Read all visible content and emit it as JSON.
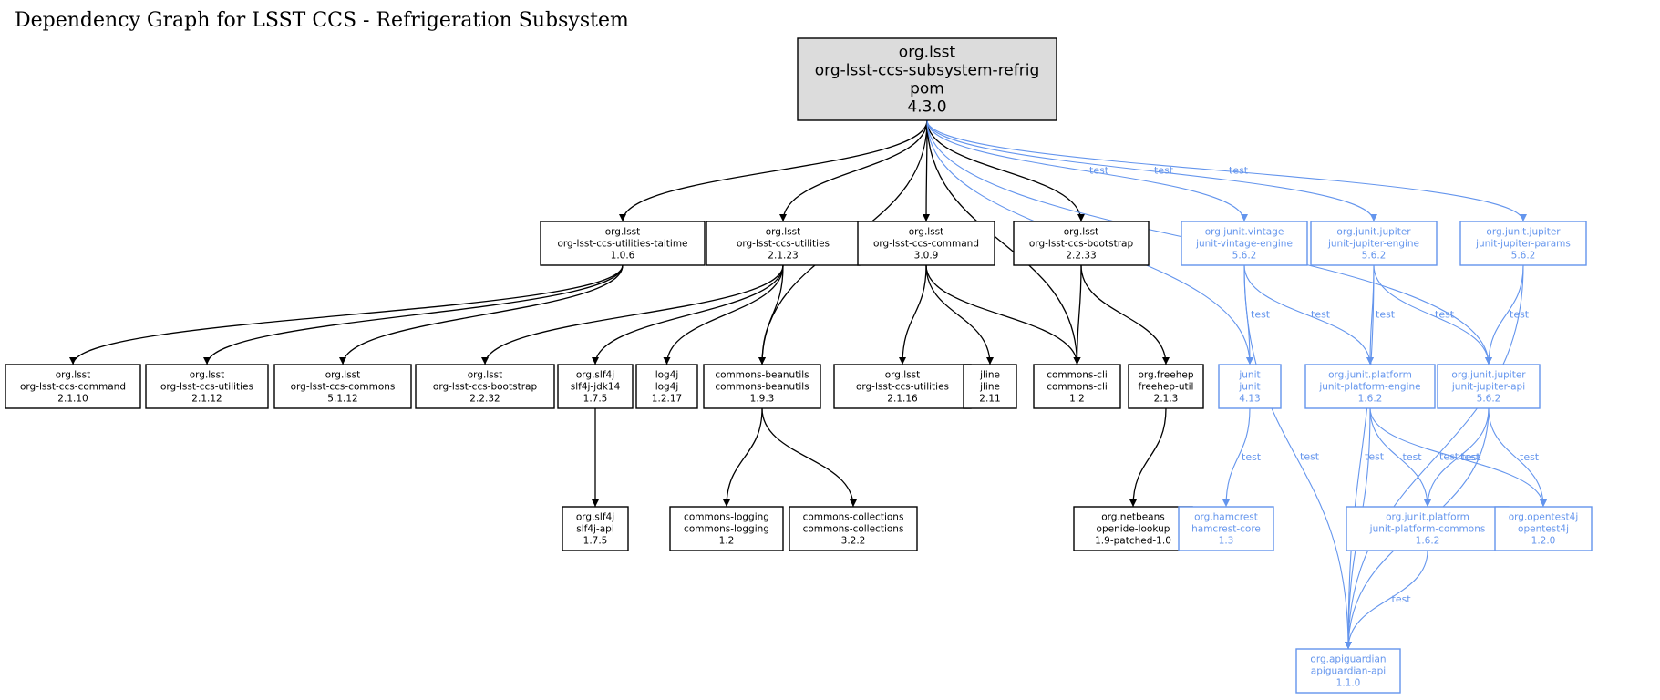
{
  "title": "Dependency Graph for LSST CCS - Refrigeration Subsystem",
  "colors": {
    "compile": "#000000",
    "test": "#6495ed",
    "root_fill": "#dcdcdc"
  },
  "nodes": [
    {
      "id": "root",
      "lines": [
        "org.lsst",
        "org-lsst-ccs-subsystem-refrig",
        "pom",
        "4.3.0"
      ],
      "style": "root"
    },
    {
      "id": "taitime",
      "lines": [
        "org.lsst",
        "org-lsst-ccs-utilities-taitime",
        "1.0.6"
      ],
      "style": "compile"
    },
    {
      "id": "util2123",
      "lines": [
        "org.lsst",
        "org-lsst-ccs-utilities",
        "2.1.23"
      ],
      "style": "compile"
    },
    {
      "id": "cmd309",
      "lines": [
        "org.lsst",
        "org-lsst-ccs-command",
        "3.0.9"
      ],
      "style": "compile"
    },
    {
      "id": "boot2233",
      "lines": [
        "org.lsst",
        "org-lsst-ccs-bootstrap",
        "2.2.33"
      ],
      "style": "compile"
    },
    {
      "id": "vintage",
      "lines": [
        "org.junit.vintage",
        "junit-vintage-engine",
        "5.6.2"
      ],
      "style": "test"
    },
    {
      "id": "jupeng",
      "lines": [
        "org.junit.jupiter",
        "junit-jupiter-engine",
        "5.6.2"
      ],
      "style": "test"
    },
    {
      "id": "jupparams",
      "lines": [
        "org.junit.jupiter",
        "junit-jupiter-params",
        "5.6.2"
      ],
      "style": "test"
    },
    {
      "id": "cmd2110",
      "lines": [
        "org.lsst",
        "org-lsst-ccs-command",
        "2.1.10"
      ],
      "style": "compile"
    },
    {
      "id": "util2112",
      "lines": [
        "org.lsst",
        "org-lsst-ccs-utilities",
        "2.1.12"
      ],
      "style": "compile"
    },
    {
      "id": "commons5112",
      "lines": [
        "org.lsst",
        "org-lsst-ccs-commons",
        "5.1.12"
      ],
      "style": "compile"
    },
    {
      "id": "boot2232",
      "lines": [
        "org.lsst",
        "org-lsst-ccs-bootstrap",
        "2.2.32"
      ],
      "style": "compile"
    },
    {
      "id": "slf4jdk",
      "lines": [
        "org.slf4j",
        "slf4j-jdk14",
        "1.7.5"
      ],
      "style": "compile"
    },
    {
      "id": "log4j",
      "lines": [
        "log4j",
        "log4j",
        "1.2.17"
      ],
      "style": "compile"
    },
    {
      "id": "beanutils",
      "lines": [
        "commons-beanutils",
        "commons-beanutils",
        "1.9.3"
      ],
      "style": "compile"
    },
    {
      "id": "util2116",
      "lines": [
        "org.lsst",
        "org-lsst-ccs-utilities",
        "2.1.16"
      ],
      "style": "compile"
    },
    {
      "id": "jline",
      "lines": [
        "jline",
        "jline",
        "2.11"
      ],
      "style": "compile"
    },
    {
      "id": "cli",
      "lines": [
        "commons-cli",
        "commons-cli",
        "1.2"
      ],
      "style": "compile"
    },
    {
      "id": "freehep",
      "lines": [
        "org.freehep",
        "freehep-util",
        "2.1.3"
      ],
      "style": "compile"
    },
    {
      "id": "junit",
      "lines": [
        "junit",
        "junit",
        "4.13"
      ],
      "style": "test"
    },
    {
      "id": "platengine",
      "lines": [
        "org.junit.platform",
        "junit-platform-engine",
        "1.6.2"
      ],
      "style": "test"
    },
    {
      "id": "jupapi",
      "lines": [
        "org.junit.jupiter",
        "junit-jupiter-api",
        "5.6.2"
      ],
      "style": "test"
    },
    {
      "id": "slf4japi",
      "lines": [
        "org.slf4j",
        "slf4j-api",
        "1.7.5"
      ],
      "style": "compile"
    },
    {
      "id": "logging",
      "lines": [
        "commons-logging",
        "commons-logging",
        "1.2"
      ],
      "style": "compile"
    },
    {
      "id": "collections",
      "lines": [
        "commons-collections",
        "commons-collections",
        "3.2.2"
      ],
      "style": "compile"
    },
    {
      "id": "openide",
      "lines": [
        "org.netbeans",
        "openide-lookup",
        "1.9-patched-1.0"
      ],
      "style": "compile"
    },
    {
      "id": "hamcrest",
      "lines": [
        "org.hamcrest",
        "hamcrest-core",
        "1.3"
      ],
      "style": "test"
    },
    {
      "id": "platcommons",
      "lines": [
        "org.junit.platform",
        "junit-platform-commons",
        "1.6.2"
      ],
      "style": "test"
    },
    {
      "id": "opentest4j",
      "lines": [
        "org.opentest4j",
        "opentest4j",
        "1.2.0"
      ],
      "style": "test"
    },
    {
      "id": "apiguardian",
      "lines": [
        "org.apiguardian",
        "apiguardian-api",
        "1.1.0"
      ],
      "style": "test"
    }
  ],
  "edges": [
    {
      "from": "root",
      "to": "taitime",
      "style": "compile",
      "label": ""
    },
    {
      "from": "root",
      "to": "util2123",
      "style": "compile",
      "label": ""
    },
    {
      "from": "root",
      "to": "beanutils",
      "style": "compile",
      "label": ""
    },
    {
      "from": "root",
      "to": "cmd309",
      "style": "compile",
      "label": ""
    },
    {
      "from": "root",
      "to": "cli",
      "style": "compile",
      "label": ""
    },
    {
      "from": "root",
      "to": "boot2233",
      "style": "compile",
      "label": ""
    },
    {
      "from": "root",
      "to": "junit",
      "style": "test",
      "label": "test"
    },
    {
      "from": "root",
      "to": "vintage",
      "style": "test",
      "label": "test"
    },
    {
      "from": "root",
      "to": "jupeng",
      "style": "test",
      "label": "test"
    },
    {
      "from": "root",
      "to": "jupapi",
      "style": "test",
      "label": "test"
    },
    {
      "from": "root",
      "to": "jupparams",
      "style": "test",
      "label": "test"
    },
    {
      "from": "taitime",
      "to": "cmd2110",
      "style": "compile",
      "label": ""
    },
    {
      "from": "taitime",
      "to": "util2112",
      "style": "compile",
      "label": ""
    },
    {
      "from": "taitime",
      "to": "commons5112",
      "style": "compile",
      "label": ""
    },
    {
      "from": "util2123",
      "to": "boot2232",
      "style": "compile",
      "label": ""
    },
    {
      "from": "util2123",
      "to": "slf4jdk",
      "style": "compile",
      "label": ""
    },
    {
      "from": "util2123",
      "to": "log4j",
      "style": "compile",
      "label": ""
    },
    {
      "from": "util2123",
      "to": "beanutils",
      "style": "compile",
      "label": ""
    },
    {
      "from": "cmd309",
      "to": "util2116",
      "style": "compile",
      "label": ""
    },
    {
      "from": "cmd309",
      "to": "jline",
      "style": "compile",
      "label": ""
    },
    {
      "from": "cmd309",
      "to": "cli",
      "style": "compile",
      "label": ""
    },
    {
      "from": "boot2233",
      "to": "cli",
      "style": "compile",
      "label": ""
    },
    {
      "from": "boot2233",
      "to": "freehep",
      "style": "compile",
      "label": ""
    },
    {
      "from": "slf4jdk",
      "to": "slf4japi",
      "style": "compile",
      "label": ""
    },
    {
      "from": "beanutils",
      "to": "logging",
      "style": "compile",
      "label": ""
    },
    {
      "from": "beanutils",
      "to": "collections",
      "style": "compile",
      "label": ""
    },
    {
      "from": "freehep",
      "to": "openide",
      "style": "compile",
      "label": ""
    },
    {
      "from": "vintage",
      "to": "junit",
      "style": "test",
      "label": "test"
    },
    {
      "from": "vintage",
      "to": "platengine",
      "style": "test",
      "label": "test"
    },
    {
      "from": "vintage",
      "to": "apiguardian",
      "style": "test",
      "label": "test"
    },
    {
      "from": "jupeng",
      "to": "platengine",
      "style": "test",
      "label": "test"
    },
    {
      "from": "jupeng",
      "to": "jupapi",
      "style": "test",
      "label": "test"
    },
    {
      "from": "jupeng",
      "to": "apiguardian",
      "style": "test",
      "label": "test"
    },
    {
      "from": "jupparams",
      "to": "jupapi",
      "style": "test",
      "label": "test"
    },
    {
      "from": "jupparams",
      "to": "apiguardian",
      "style": "test",
      "label": "test"
    },
    {
      "from": "junit",
      "to": "hamcrest",
      "style": "test",
      "label": "test"
    },
    {
      "from": "platengine",
      "to": "platcommons",
      "style": "test",
      "label": "test"
    },
    {
      "from": "platengine",
      "to": "opentest4j",
      "style": "test",
      "label": "test"
    },
    {
      "from": "platengine",
      "to": "apiguardian",
      "style": "test",
      "label": "test"
    },
    {
      "from": "jupapi",
      "to": "platcommons",
      "style": "test",
      "label": "test"
    },
    {
      "from": "jupapi",
      "to": "opentest4j",
      "style": "test",
      "label": "test"
    },
    {
      "from": "jupapi",
      "to": "apiguardian",
      "style": "test",
      "label": "test"
    },
    {
      "from": "platcommons",
      "to": "apiguardian",
      "style": "test",
      "label": "test"
    }
  ]
}
